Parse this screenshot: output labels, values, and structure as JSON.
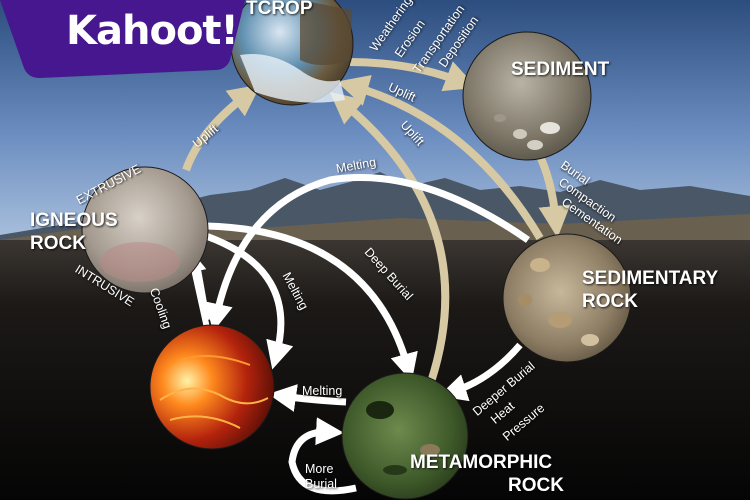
{
  "logo": {
    "text": "Kahoot!"
  },
  "nodes": {
    "outcrop": "TCROP",
    "sediment": "SEDIMENT",
    "sedimentary_1": "SEDIMENTARY",
    "sedimentary_2": "ROCK",
    "igneous_1": "IGNEOUS",
    "igneous_2": "ROCK",
    "metamorphic_1": "METAMORPHIC",
    "metamorphic_2": "ROCK"
  },
  "processes": {
    "weathering": "Weathering",
    "erosion": "Erosion",
    "transportation": "Transportation",
    "deposition": "Deposition",
    "uplift_left": "Uplift",
    "uplift_mid": "Uplift",
    "uplift_right": "Uplift",
    "burial": "Burial",
    "compaction": "Compaction",
    "cementation": "Cementation",
    "extrusive": "EXTRUSIVE",
    "intrusive": "INTRUSIVE",
    "cooling": "Cooling",
    "melting_top": "Melting",
    "melting_igneous": "Melting",
    "melting_meta": "Melting",
    "deep_burial": "Deep Burial",
    "deeper_burial": "Deeper Burial",
    "heat": "Heat",
    "pressure": "Pressure",
    "more": "More",
    "burial_loop": "Burial"
  },
  "colors": {
    "brand": "#46178f",
    "arrow_tan": "#d6c9a3",
    "arrow_white": "#ffffff",
    "sky_top": "#2c4d7e",
    "sky_bottom": "#9bb5d6"
  }
}
